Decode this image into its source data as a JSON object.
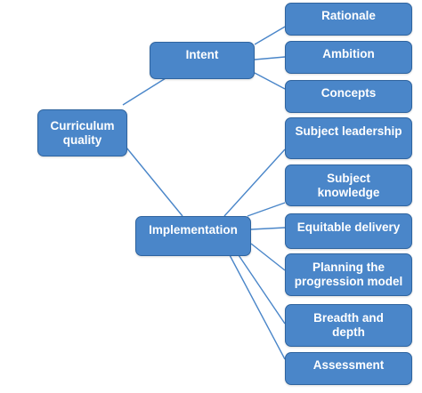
{
  "root": {
    "label": "Curriculum\nquality"
  },
  "branches": {
    "intent": "Intent",
    "implementation": "Implementation"
  },
  "intent_children": [
    "Rationale",
    "Ambition",
    "Concepts"
  ],
  "implementation_children": [
    "Subject leadership",
    "Subject\nknowledge",
    "Equitable delivery",
    "Planning the\nprogression model",
    "Breadth and\ndepth",
    "Assessment"
  ],
  "colors": {
    "node_fill": "#4a86c9",
    "node_border": "#2f649f",
    "connector": "#4a86c9"
  }
}
